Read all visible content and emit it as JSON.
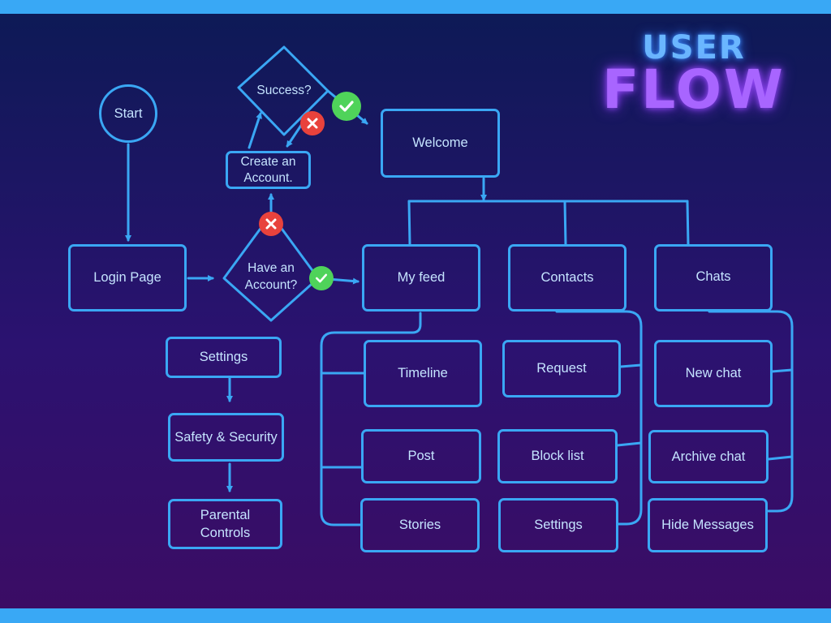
{
  "title": {
    "line1": "USER",
    "line2": "FLOW"
  },
  "nodes": {
    "start": "Start",
    "login_page": "Login Page",
    "have_account": "Have an Account?",
    "create_account": "Create an Account.",
    "success": "Success?",
    "welcome": "Welcome",
    "my_feed": "My feed",
    "contacts": "Contacts",
    "chats": "Chats",
    "timeline": "Timeline",
    "post": "Post",
    "stories": "Stories",
    "request": "Request",
    "block_list": "Block list",
    "contacts_settings": "Settings",
    "new_chat": "New chat",
    "archive_chat": "Archive chat",
    "hide_messages": "Hide Messages",
    "settings": "Settings",
    "safety_security": "Safety & Security",
    "parental_controls": "Parental Controls"
  },
  "colors": {
    "line": "#3aa7f4",
    "text": "#c5e4ff",
    "yes_badge": "#4fd35a",
    "no_badge": "#e8423c",
    "title_user": "#6ab6ff",
    "title_flow": "#a865ff"
  },
  "icons": {
    "yes": "check-icon",
    "no": "cross-icon"
  }
}
